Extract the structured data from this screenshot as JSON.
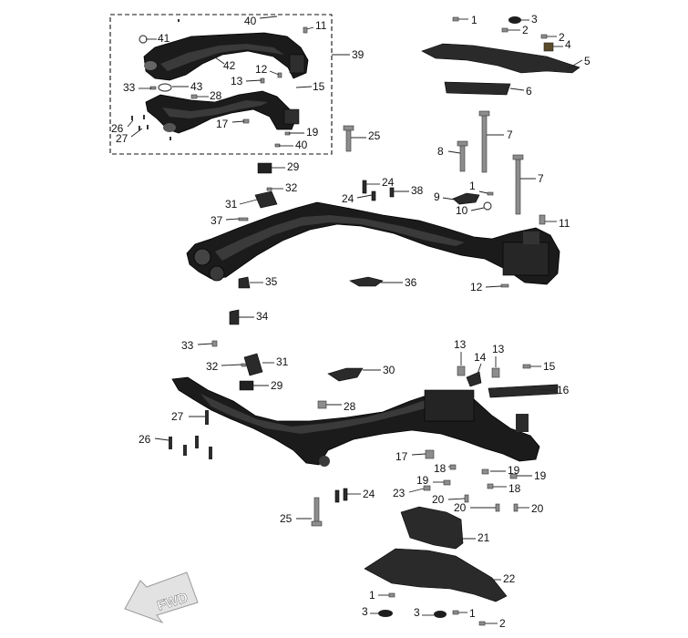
{
  "diagram": {
    "fwd_label": "FWD",
    "callouts": [
      {
        "id": "c40a",
        "text": "40"
      },
      {
        "id": "c11a",
        "text": "11"
      },
      {
        "id": "c41",
        "text": "41"
      },
      {
        "id": "c42",
        "text": "42"
      },
      {
        "id": "c39",
        "text": "39"
      },
      {
        "id": "c12a",
        "text": "12"
      },
      {
        "id": "c13a",
        "text": "13"
      },
      {
        "id": "c15a",
        "text": "15"
      },
      {
        "id": "c33a",
        "text": "33"
      },
      {
        "id": "c43",
        "text": "43"
      },
      {
        "id": "c28a",
        "text": "28"
      },
      {
        "id": "c17a",
        "text": "17"
      },
      {
        "id": "c26a",
        "text": "26"
      },
      {
        "id": "c27a",
        "text": "27"
      },
      {
        "id": "c19a",
        "text": "19"
      },
      {
        "id": "c40b",
        "text": "40"
      },
      {
        "id": "c1a",
        "text": "1"
      },
      {
        "id": "c3a",
        "text": "3"
      },
      {
        "id": "c2a",
        "text": "2"
      },
      {
        "id": "c2b",
        "text": "2"
      },
      {
        "id": "c4",
        "text": "4"
      },
      {
        "id": "c5",
        "text": "5"
      },
      {
        "id": "c6",
        "text": "6"
      },
      {
        "id": "c7a",
        "text": "7"
      },
      {
        "id": "c8",
        "text": "8"
      },
      {
        "id": "c7b",
        "text": "7"
      },
      {
        "id": "c25a",
        "text": "25"
      },
      {
        "id": "c29a",
        "text": "29"
      },
      {
        "id": "c32a",
        "text": "32"
      },
      {
        "id": "c24a",
        "text": "24"
      },
      {
        "id": "c24b",
        "text": "24"
      },
      {
        "id": "c38",
        "text": "38"
      },
      {
        "id": "c1b",
        "text": "1"
      },
      {
        "id": "c9",
        "text": "9"
      },
      {
        "id": "c10",
        "text": "10"
      },
      {
        "id": "c31a",
        "text": "31"
      },
      {
        "id": "c37",
        "text": "37"
      },
      {
        "id": "c11b",
        "text": "11"
      },
      {
        "id": "c35",
        "text": "35"
      },
      {
        "id": "c36",
        "text": "36"
      },
      {
        "id": "c12b",
        "text": "12"
      },
      {
        "id": "c34",
        "text": "34"
      },
      {
        "id": "c33b",
        "text": "33"
      },
      {
        "id": "c13b",
        "text": "13"
      },
      {
        "id": "c14",
        "text": "14"
      },
      {
        "id": "c13c",
        "text": "13"
      },
      {
        "id": "c15b",
        "text": "15"
      },
      {
        "id": "c32b",
        "text": "32"
      },
      {
        "id": "c31b",
        "text": "31"
      },
      {
        "id": "c30",
        "text": "30"
      },
      {
        "id": "c29b",
        "text": "29"
      },
      {
        "id": "c16",
        "text": "16"
      },
      {
        "id": "c28b",
        "text": "28"
      },
      {
        "id": "c27b",
        "text": "27"
      },
      {
        "id": "c26b",
        "text": "26"
      },
      {
        "id": "c17b",
        "text": "17"
      },
      {
        "id": "c18a",
        "text": "18"
      },
      {
        "id": "c19b",
        "text": "19"
      },
      {
        "id": "c19c",
        "text": "19"
      },
      {
        "id": "c19d",
        "text": "19"
      },
      {
        "id": "c18b",
        "text": "18"
      },
      {
        "id": "c23",
        "text": "23"
      },
      {
        "id": "c20a",
        "text": "20"
      },
      {
        "id": "c24c",
        "text": "24"
      },
      {
        "id": "c20b",
        "text": "20"
      },
      {
        "id": "c20c",
        "text": "20"
      },
      {
        "id": "c25b",
        "text": "25"
      },
      {
        "id": "c21",
        "text": "21"
      },
      {
        "id": "c22",
        "text": "22"
      },
      {
        "id": "c1c",
        "text": "1"
      },
      {
        "id": "c1d",
        "text": "1"
      },
      {
        "id": "c3b",
        "text": "3"
      },
      {
        "id": "c3c",
        "text": "3"
      },
      {
        "id": "c2c",
        "text": "2"
      }
    ]
  }
}
